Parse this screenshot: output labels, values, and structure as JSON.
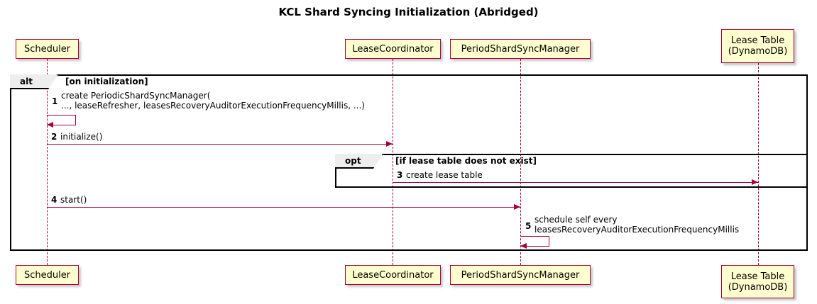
{
  "diagram": {
    "title": "KCL Shard Syncing Initialization (Abridged)",
    "type": "sequence-diagram"
  },
  "participants": [
    {
      "id": "scheduler",
      "label": "Scheduler"
    },
    {
      "id": "leasecoord",
      "label": "LeaseCoordinator"
    },
    {
      "id": "periodsync",
      "label": "PeriodShardSyncManager"
    },
    {
      "id": "leasetable",
      "label": "Lease Table\n(DynamoDB)"
    }
  ],
  "frames": [
    {
      "id": "alt",
      "kind": "alt",
      "condition": "[on initialization]"
    },
    {
      "id": "opt",
      "kind": "opt",
      "condition": "[if lease table does not exist]"
    }
  ],
  "messages": [
    {
      "num": "1",
      "text": "create PeriodicShardSyncManager(\n   ..., leaseRefresher, leasesRecoveryAuditorExecutionFrequencyMillis, ...)",
      "from": "scheduler",
      "to": "scheduler",
      "self": true
    },
    {
      "num": "2",
      "text": "initialize()",
      "from": "scheduler",
      "to": "leasecoord",
      "self": false
    },
    {
      "num": "3",
      "text": "create lease table",
      "from": "leasecoord",
      "to": "leasetable",
      "self": false
    },
    {
      "num": "4",
      "text": "start()",
      "from": "scheduler",
      "to": "periodsync",
      "self": false
    },
    {
      "num": "5",
      "text": "schedule self every\n   leasesRecoveryAuditorExecutionFrequencyMillis",
      "from": "periodsync",
      "to": "periodsync",
      "self": true
    }
  ],
  "colors": {
    "participant_fill": "#FEFECE",
    "participant_border": "#A80036",
    "arrow": "#A80036",
    "frame_border": "#000000",
    "frame_tab_fill": "#EEEEEE",
    "background": "#FFFFFF"
  }
}
